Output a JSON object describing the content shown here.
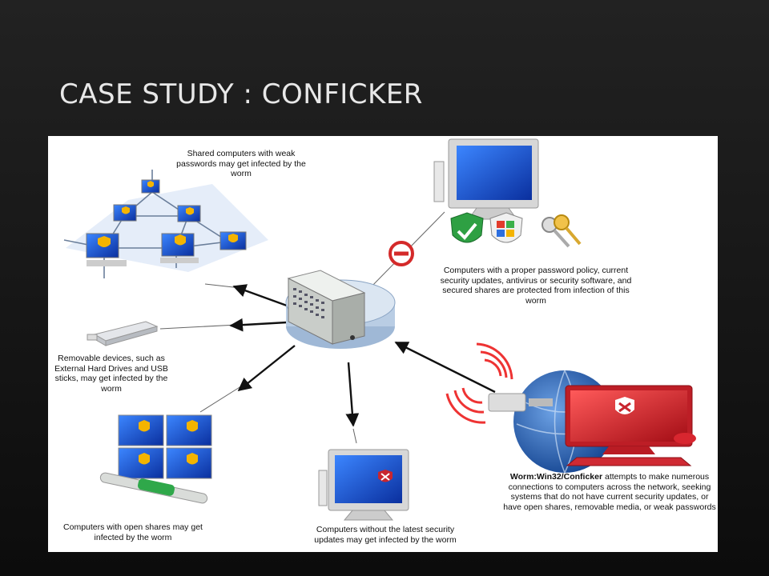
{
  "slide": {
    "title": "CASE STUDY : CONFICKER"
  },
  "diagram": {
    "captions": {
      "shared": "Shared computers with weak passwords may get infected by the worm",
      "protected": "Computers with a proper password policy, current security updates, antivirus or security software, and secured shares are protected from infection of this worm",
      "removable": "Removable devices, such as External Hard Drives and USB sticks, may get infected by the worm",
      "open_shares": "Computers with open shares may get infected by the worm",
      "no_updates": "Computers without the latest security updates may get infected by the worm",
      "worm_name": "Worm:Win32/Conficker",
      "worm_desc": " attempts to make numerous connections to computers across the network, seeking systems that do not have current security updates, or have open shares, removable media, or weak passwords"
    },
    "colors": {
      "screen_blue": "#1f5fd0",
      "infected_red": "#d11f2a",
      "warning_yellow": "#f4b400",
      "check_green": "#2ea043",
      "hub_gray": "#cfd4cf",
      "base_blue": "#b9cde4"
    }
  }
}
